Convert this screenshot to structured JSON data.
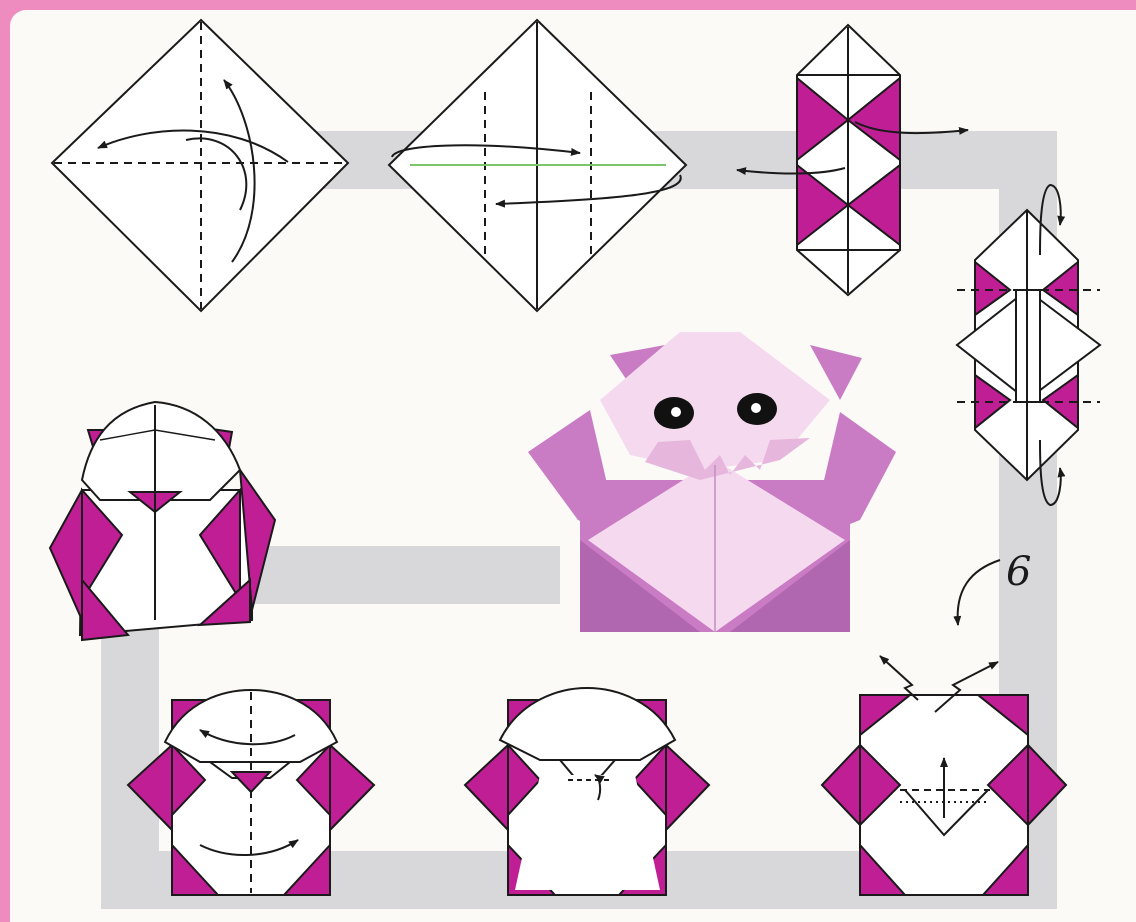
{
  "page": {
    "colors": {
      "background": "#ee8cc0",
      "paper": "#fbfaf7",
      "path_band": "#d8d8da",
      "magenta": "#c01e95",
      "finished_body": "#c97bc3",
      "finished_light": "#f5d9ef",
      "line": "#1a1a1a"
    }
  },
  "diagram": {
    "step_number": "6",
    "finished_model": "panda-origami",
    "steps": [
      {
        "id": 1,
        "shape": "square-diamond",
        "folds": [
          "crease-horizontal",
          "crease-vertical"
        ]
      },
      {
        "id": 2,
        "shape": "square-diamond",
        "folds": [
          "fold-sides-to-center"
        ]
      },
      {
        "id": 3,
        "shape": "rectangle",
        "folds": [
          "fold-corners-out"
        ]
      },
      {
        "id": 4,
        "shape": "hexagon",
        "folds": [
          "fold-top-and-bottom-behind"
        ]
      },
      {
        "id": 5,
        "shape": "panda-body",
        "folds": [
          "pleat-ears"
        ]
      },
      {
        "id": 6,
        "shape": "panda-body",
        "folds": [
          "fold-up-inside"
        ]
      },
      {
        "id": 7,
        "shape": "panda-body",
        "folds": [
          "fold-mouth"
        ]
      },
      {
        "id": 8,
        "shape": "panda-body",
        "folds": [
          "curve-head"
        ]
      },
      {
        "id": 9,
        "shape": "panda-front",
        "folds": []
      }
    ]
  }
}
